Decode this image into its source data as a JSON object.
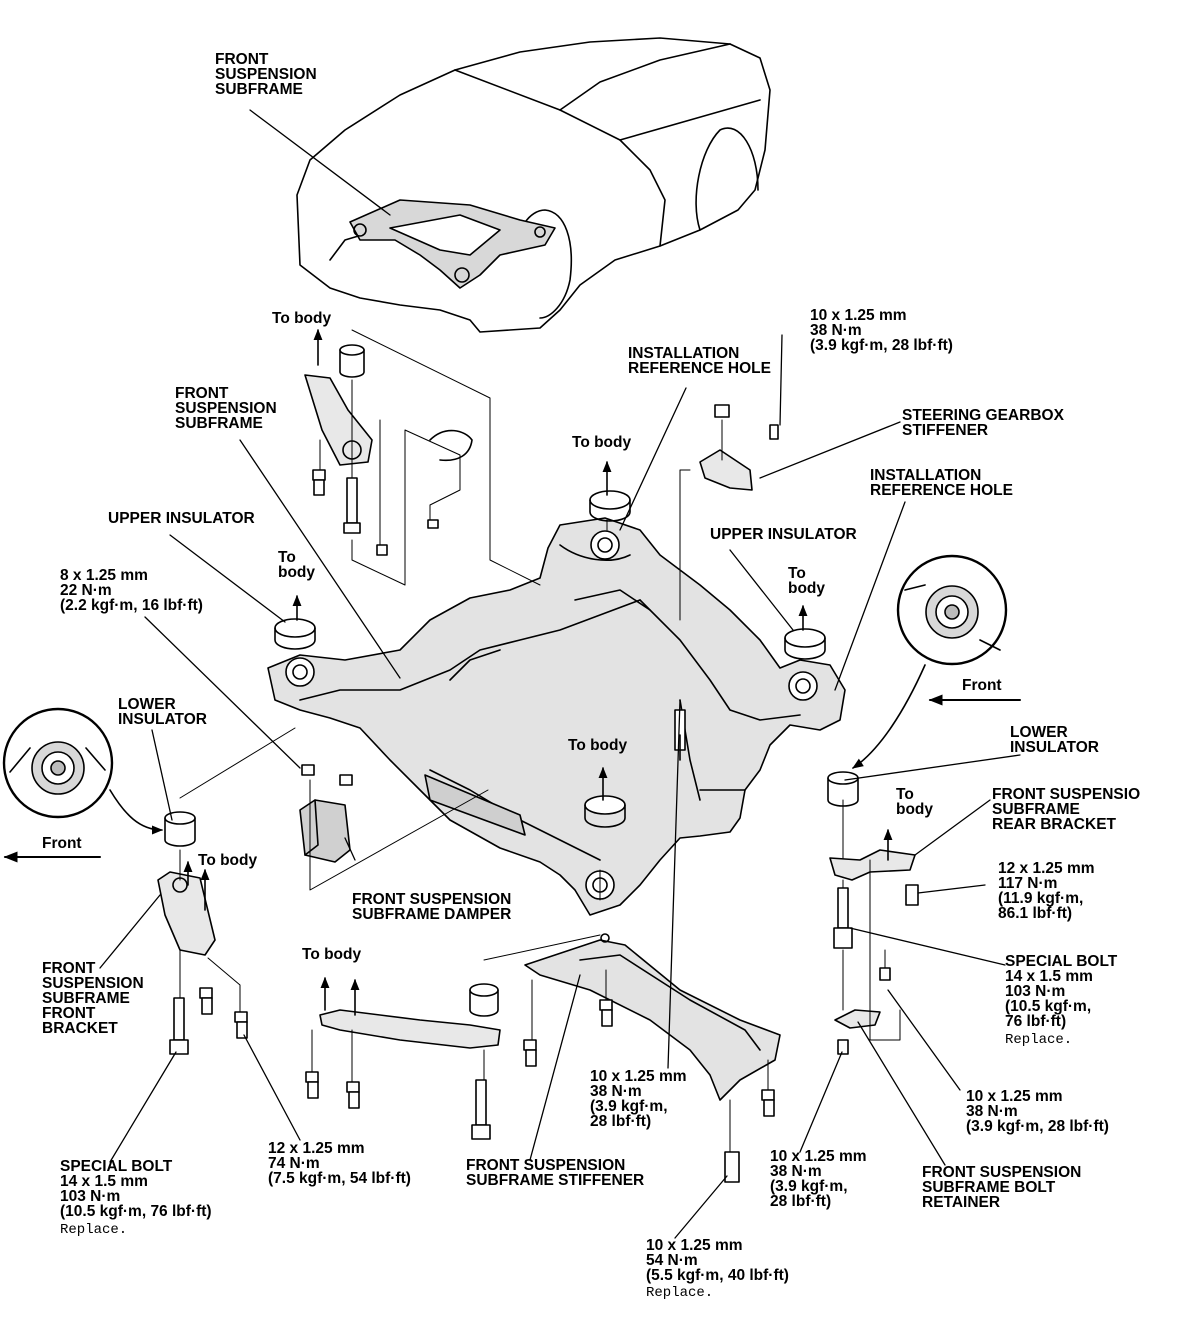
{
  "labels": {
    "car_subframe": [
      "FRONT",
      "SUSPENSION",
      "SUBFRAME"
    ],
    "to_body_top": "To body",
    "front_susp_subframe_left": [
      "FRONT",
      "SUSPENSION",
      "SUBFRAME"
    ],
    "bolt_10_top": [
      "10 x 1.25 mm",
      "38 N·m",
      "(3.9 kgf·m, 28 lbf·ft)"
    ],
    "install_ref_hole_1": [
      "INSTALLATION",
      "REFERENCE HOLE"
    ],
    "steering_gearbox_stiffener": [
      "STEERING GEARBOX",
      "STIFFENER"
    ],
    "to_body_center": "To body",
    "install_ref_hole_2": [
      "INSTALLATION",
      "REFERENCE HOLE"
    ],
    "upper_insulator_left": "UPPER INSULATOR",
    "upper_insulator_right": "UPPER INSULATOR",
    "to_body_left_ins": [
      "To",
      "body"
    ],
    "to_body_right_ins": [
      "To",
      "body"
    ],
    "bolt_8": [
      "8 x 1.25 mm",
      "22 N·m",
      "(2.2 kgf·m, 16 lbf·ft)"
    ],
    "front_right": "Front",
    "lower_insulator_left": [
      "LOWER",
      "INSULATOR"
    ],
    "lower_insulator_right": [
      "LOWER",
      "INSULATOR"
    ],
    "to_body_lower_center": "To body",
    "front_left": "Front",
    "to_body_left_bracket": "To body",
    "to_body_right_bracket": [
      "To",
      "body"
    ],
    "rear_bracket": [
      "FRONT SUSPENSIO",
      "SUBFRAME",
      "REAR BRACKET"
    ],
    "damper": [
      "FRONT SUSPENSION",
      "SUBFRAME DAMPER"
    ],
    "bolt_12_117": [
      "12 x 1.25 mm",
      "117 N·m",
      "(11.9 kgf·m,",
      "86.1 lbf·ft)"
    ],
    "front_bracket": [
      "FRONT",
      "SUSPENSION",
      "SUBFRAME",
      "FRONT",
      "BRACKET"
    ],
    "to_body_stiffener": "To body",
    "special_bolt_right": [
      "SPECIAL BOLT",
      "14 x 1.5 mm",
      "103 N·m",
      "(10.5 kgf·m,",
      "76 lbf·ft)"
    ],
    "replace_1": "Replace.",
    "bolt_10_right": [
      "10 x 1.25 mm",
      "38 N·m",
      "(3.9 kgf·m, 28 lbf·ft)"
    ],
    "bolt_10_mid": [
      "10 x 1.25 mm",
      "38 N·m",
      "(3.9 kgf·m,",
      "28 lbf·ft)"
    ],
    "bolt_12_74": [
      "12 x 1.25 mm",
      "74 N·m",
      "(7.5 kgf·m, 54 lbf·ft)"
    ],
    "special_bolt_left": [
      "SPECIAL BOLT",
      "14 x 1.5 mm",
      "103 N·m",
      "(10.5 kgf·m, 76 lbf·ft)"
    ],
    "replace_2": "Replace.",
    "subframe_stiffener": [
      "FRONT SUSPENSION",
      "SUBFRAME STIFFENER"
    ],
    "bolt_10_lowmid": [
      "10 x 1.25 mm",
      "38 N·m",
      "(3.9 kgf·m,",
      "28 lbf·ft)"
    ],
    "bolt_retainer": [
      "FRONT SUSPENSION",
      "SUBFRAME BOLT",
      "RETAINER"
    ],
    "bolt_10_54": [
      "10 x 1.25 mm",
      "54 N·m",
      "(5.5 kgf·m, 40 lbf·ft)"
    ],
    "replace_3": "Replace."
  }
}
